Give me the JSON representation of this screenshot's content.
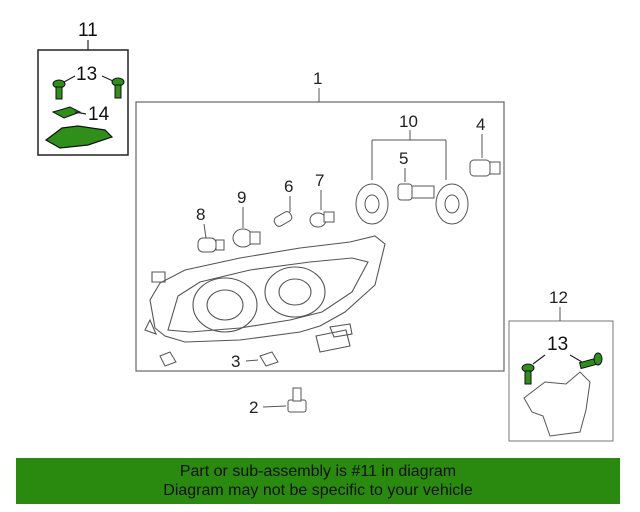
{
  "callouts": {
    "c1": "1",
    "c2": "2",
    "c3": "3",
    "c4": "4",
    "c5": "5",
    "c6": "6",
    "c7": "7",
    "c8": "8",
    "c9": "9",
    "c10": "10",
    "c11": "11",
    "c12": "12",
    "c13a": "13",
    "c13b": "13",
    "c14": "14"
  },
  "banner": {
    "line1": "Part or sub-assembly is #11 in diagram",
    "line2": "Diagram may not be specific to your vehicle"
  },
  "colors": {
    "banner_bg": "#2a8a10",
    "part_highlight": "#2f8f1a",
    "line": "#555555"
  }
}
